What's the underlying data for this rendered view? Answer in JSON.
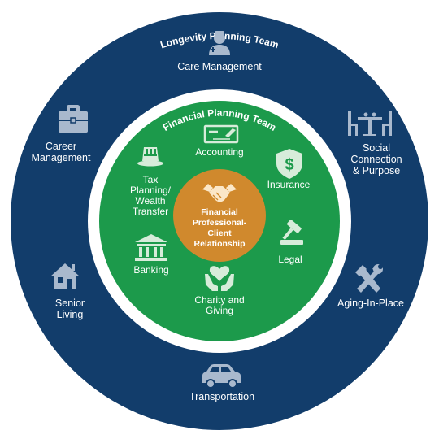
{
  "colors": {
    "outer_ring": "#123d6b",
    "gap_ring": "#ffffff",
    "inner_circle": "#1c9a4b",
    "core": "#d0892d",
    "outer_icon": "#a9b9cd",
    "inner_icon": "#d7ecda"
  },
  "outer": {
    "title": "Longevity Planning Team",
    "items": {
      "care_management": [
        "Care Management"
      ],
      "social": [
        "Social",
        "Connection",
        "& Purpose"
      ],
      "aging": [
        "Aging-In-Place"
      ],
      "transportation": [
        "Transportation"
      ],
      "senior_living": [
        "Senior",
        "Living"
      ],
      "career": [
        "Career",
        "Management"
      ]
    },
    "icons": {
      "care_management": "nurse-icon",
      "social": "dining-table-icon",
      "aging": "tools-icon",
      "transportation": "car-icon",
      "senior_living": "house-icon",
      "career": "briefcase-icon"
    }
  },
  "inner": {
    "title": "Financial Planning Team",
    "items": {
      "accounting": [
        "Accounting"
      ],
      "insurance": [
        "Insurance"
      ],
      "legal": [
        "Legal"
      ],
      "charity": [
        "Charity and",
        "Giving"
      ],
      "banking": [
        "Banking"
      ],
      "tax": [
        "Tax",
        "Planning/",
        "Wealth",
        "Transfer"
      ]
    },
    "icons": {
      "accounting": "check-icon",
      "insurance": "dollar-shield-icon",
      "legal": "gavel-icon",
      "charity": "hands-heart-icon",
      "banking": "bank-icon",
      "tax": "uncle-sam-hat-icon"
    }
  },
  "core": {
    "lines": [
      "Financial",
      "Professional-",
      "Client",
      "Relationship"
    ],
    "icon": "handshake-icon"
  }
}
